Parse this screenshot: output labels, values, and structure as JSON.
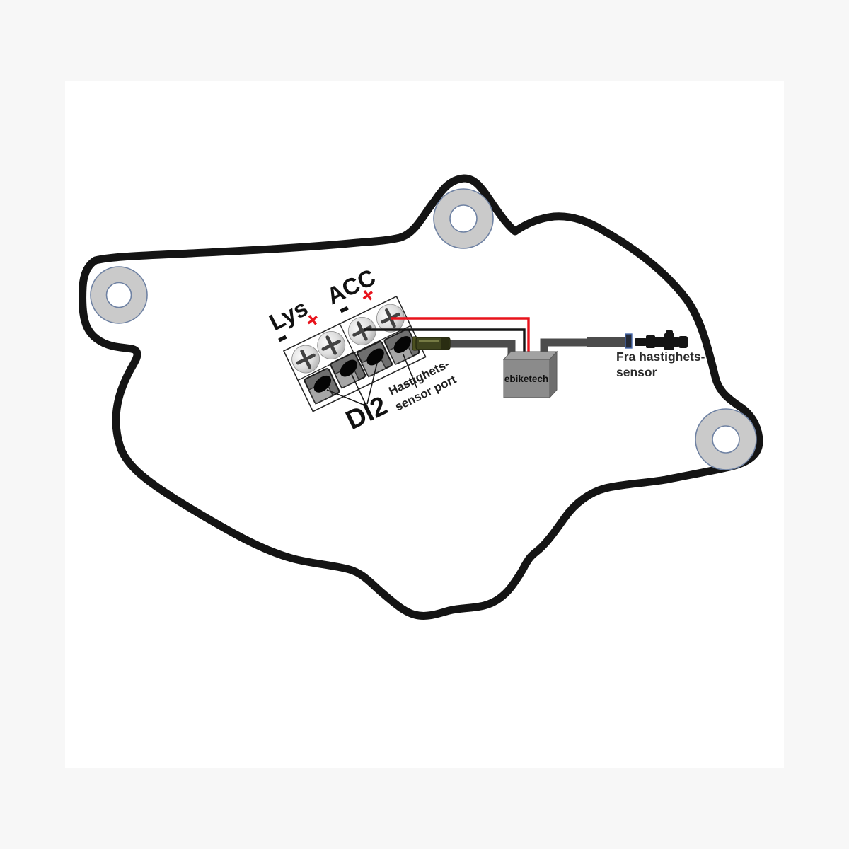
{
  "diagram": {
    "title_meaning": "motor cover wiring diagram",
    "labels": {
      "lys": "Lys",
      "lys_minus": "-",
      "lys_plus": "+",
      "acc": "ACC",
      "acc_minus": "-",
      "acc_plus": "+",
      "di2": "DI2",
      "hastighets_port_line1": "Hastighets-",
      "hastighets_port_line2": "sensor port",
      "ebiketech": "ebiketech",
      "fra_sensor_line1": "Fra hastighets-",
      "fra_sensor_line2": "sensor"
    },
    "colors": {
      "plus_red": "#e8131c",
      "wire_red": "#e8131c",
      "wire_black": "#151515",
      "wire_gray": "#4c4c4c",
      "cover_outline": "#141414",
      "washer_fill": "#cacaca",
      "washer_stroke": "#6f82a3",
      "box_fill": "#8b8b8b",
      "plug_olive": "#3f441e",
      "background": "#f7f7f7",
      "canvas": "#ffffff"
    }
  }
}
